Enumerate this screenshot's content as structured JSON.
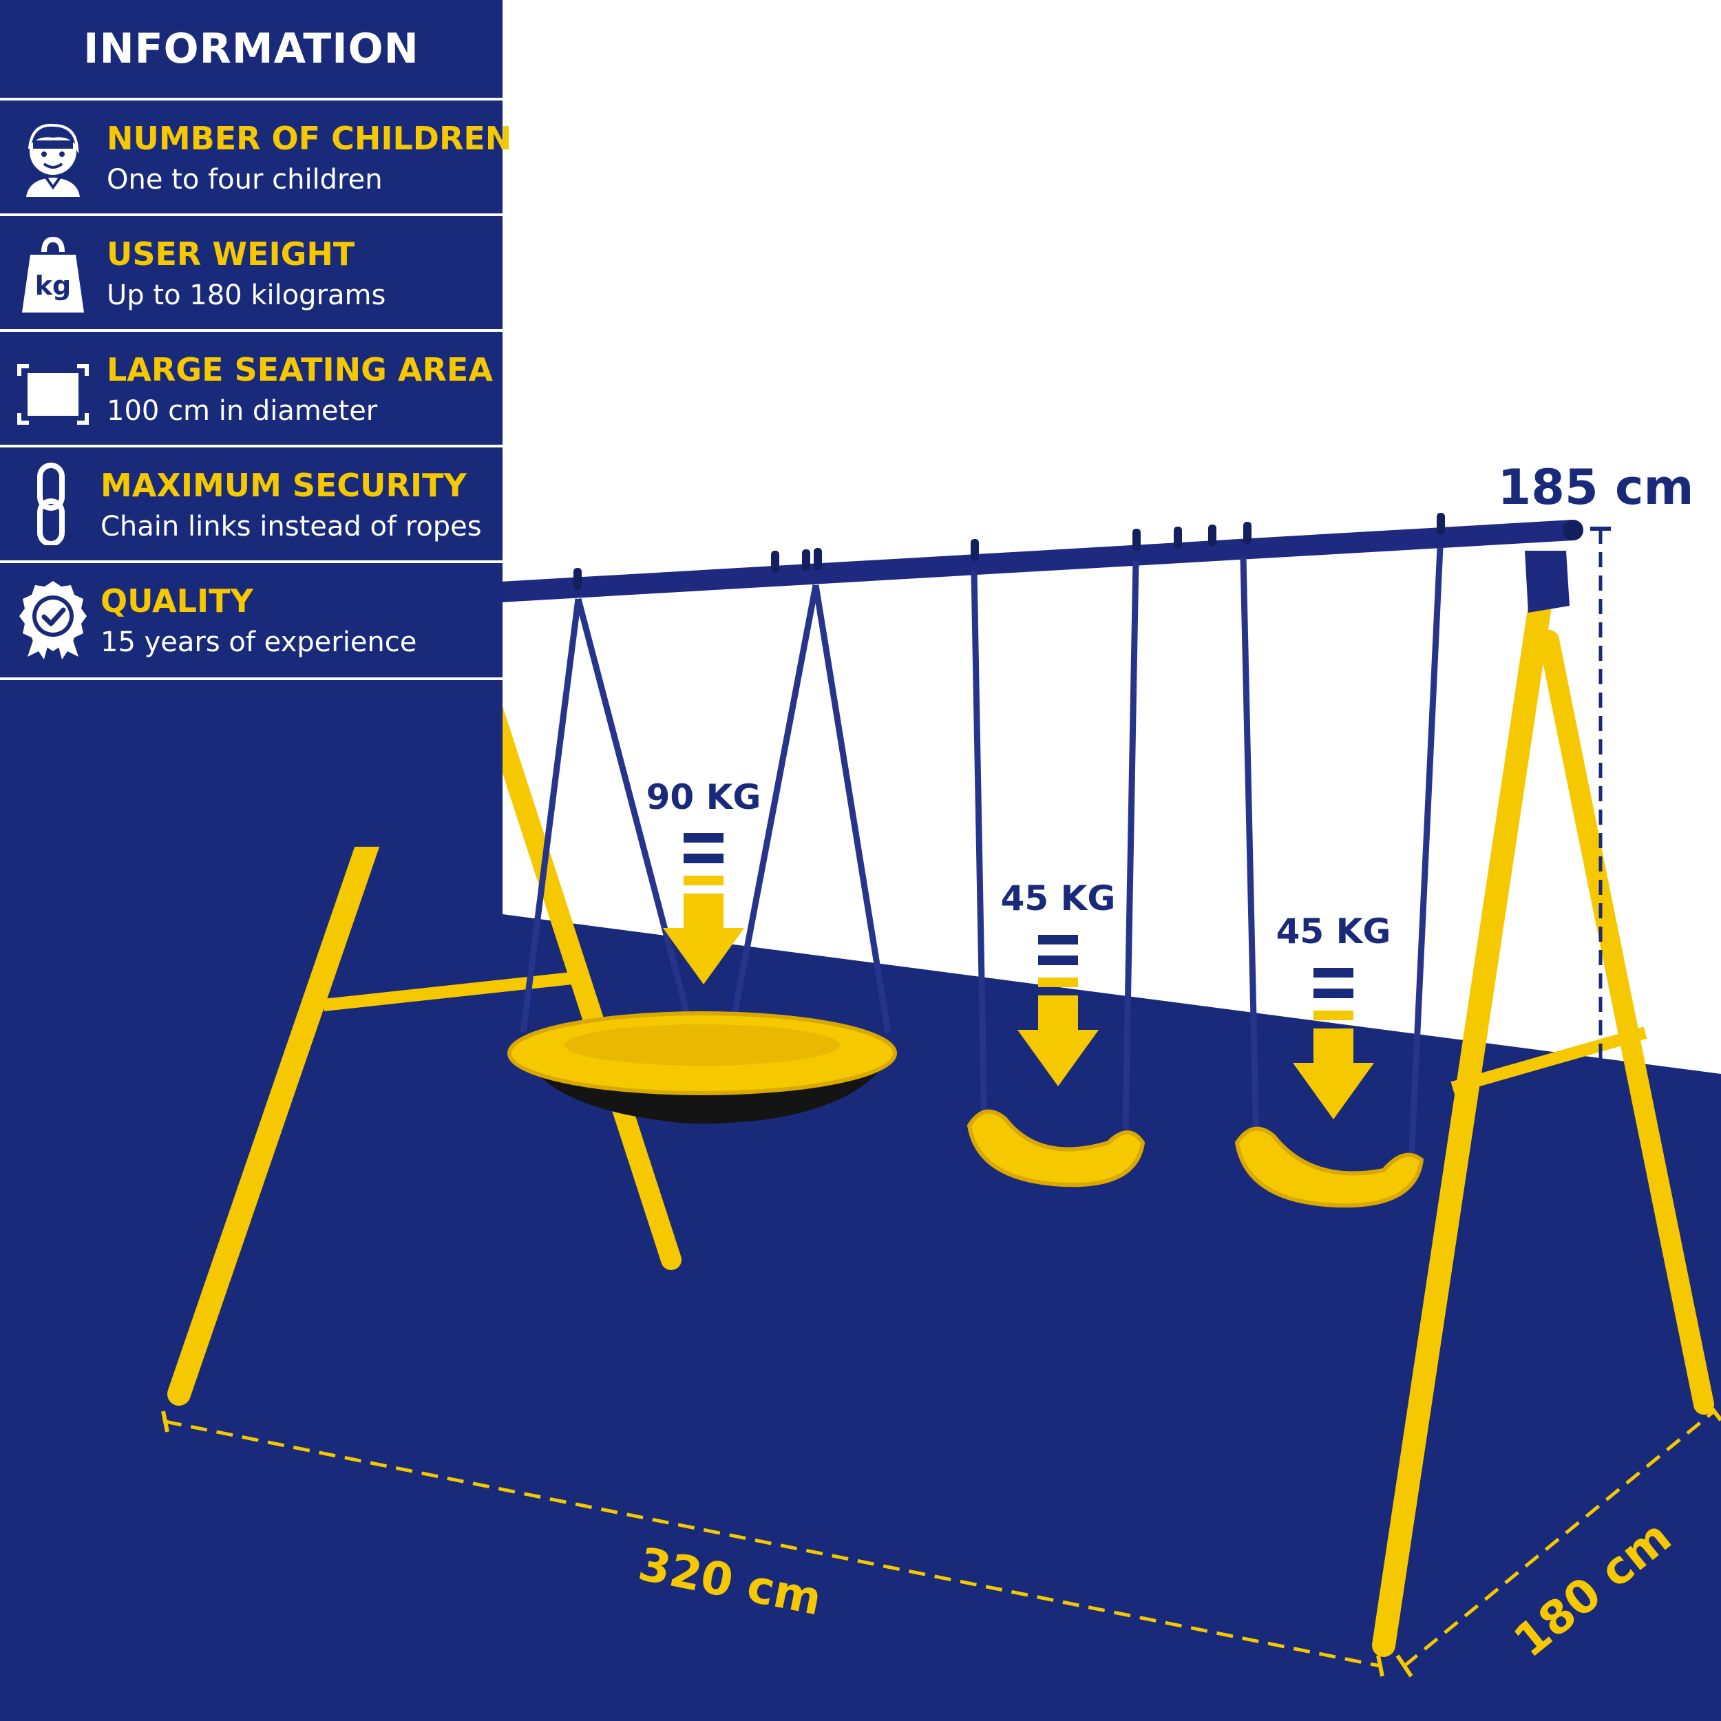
{
  "colors": {
    "navy": "#1a2a7a",
    "yellow": "#f5c800",
    "white": "#ffffff"
  },
  "info_panel": {
    "title": "INFORMATION",
    "features": [
      {
        "icon": "child-face-icon",
        "title": "NUMBER OF CHILDREN",
        "desc": "One to four children"
      },
      {
        "icon": "kg-weight-icon",
        "title": "USER WEIGHT",
        "desc": "Up to 180 kilograms"
      },
      {
        "icon": "seating-area-icon",
        "title": "LARGE SEATING AREA",
        "desc": "100 cm in diameter"
      },
      {
        "icon": "chain-link-icon",
        "title": "MAXIMUM SECURITY",
        "desc": "Chain links instead of ropes"
      },
      {
        "icon": "quality-badge-icon",
        "title": "QUALITY",
        "desc": "15 years of experience"
      }
    ]
  },
  "icon_text": {
    "kg": "kg"
  },
  "dimensions": {
    "height": "185 cm",
    "width": "320 cm",
    "depth": "180 cm"
  },
  "load_labels": {
    "nest_swing": "90 KG",
    "swing_1": "45 KG",
    "swing_2": "45 KG"
  }
}
